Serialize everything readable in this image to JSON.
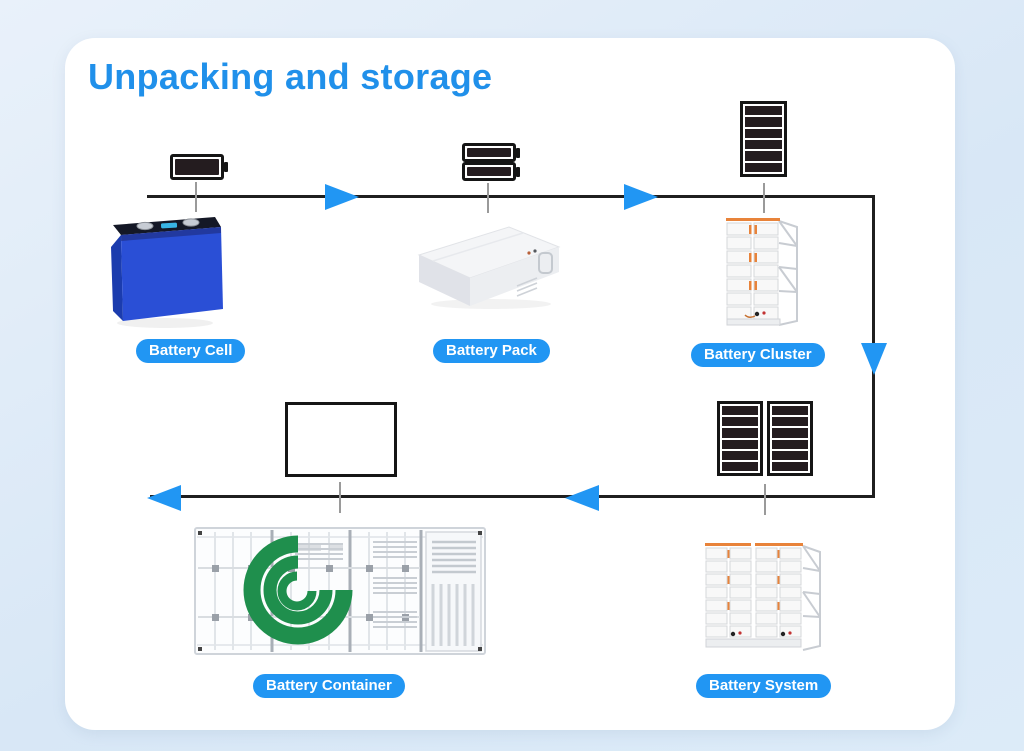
{
  "title": "Unpacking and storage",
  "colors": {
    "background": "#d8e7f6",
    "card": "#ffffff",
    "title_text": "#2090ea",
    "accent": "#2196f3",
    "flow_line": "#1f1f1f",
    "tick_gray": "#9a9a9a",
    "cell_blue": "#2a4fd6",
    "module_orange": "#e8833a",
    "container_logo_green": "#1f8f4d"
  },
  "flow": {
    "direction": "Battery Cell → Battery Pack → Battery Cluster → Battery System → Battery Container",
    "stages": [
      {
        "label": "Battery Cell",
        "icon": "single-battery-icon"
      },
      {
        "label": "Battery Pack",
        "icon": "double-battery-icon"
      },
      {
        "label": "Battery Cluster",
        "icon": "battery-stack-icon"
      },
      {
        "label": "Battery System",
        "icon": "double-battery-stack-icon"
      },
      {
        "label": "Battery Container",
        "icon": "empty-box-icon"
      }
    ]
  }
}
